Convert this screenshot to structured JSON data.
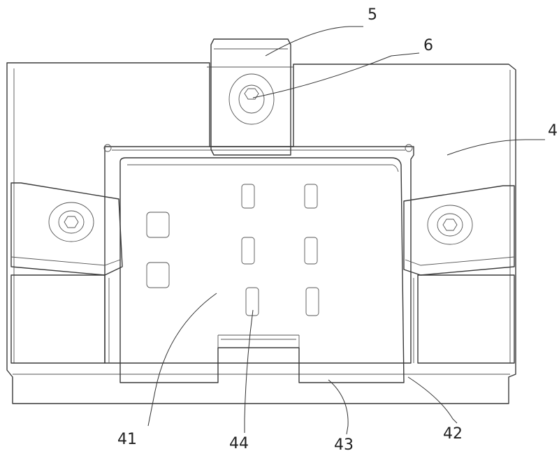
{
  "callouts": {
    "c5": "5",
    "c6": "6",
    "c4": "4",
    "c41": "41",
    "c44": "44",
    "c43": "43",
    "c42": "42"
  }
}
